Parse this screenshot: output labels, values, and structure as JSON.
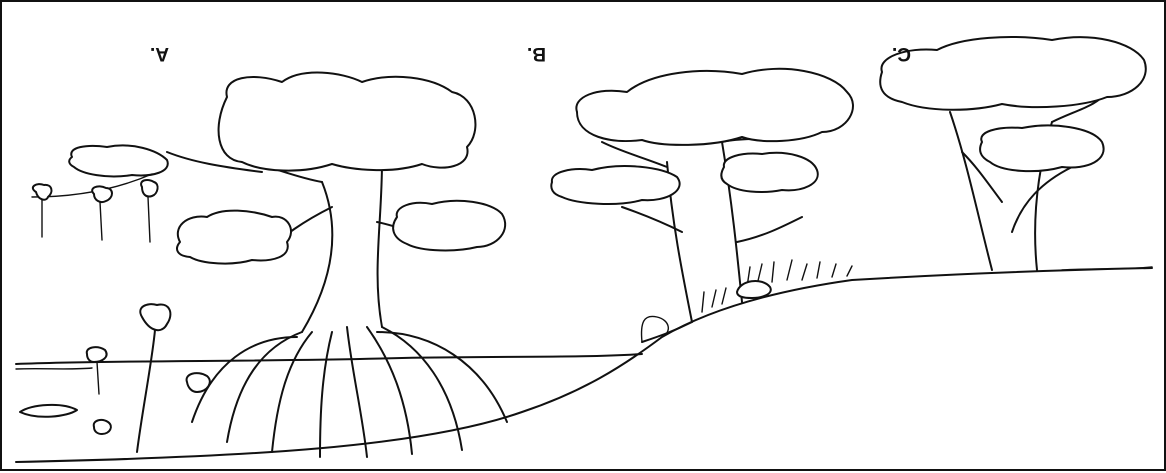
{
  "labels": {
    "a": "A.",
    "b": "B.",
    "c": "C."
  },
  "colors": {
    "ink": "#111111",
    "background": "#ffffff"
  }
}
